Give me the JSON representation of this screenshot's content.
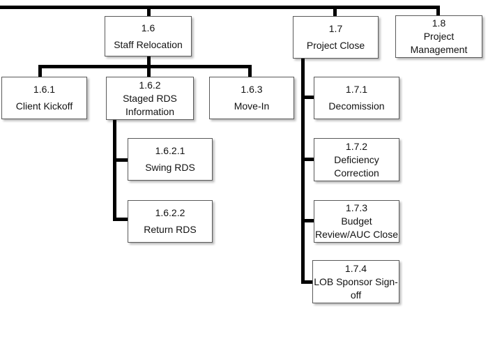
{
  "diagram": {
    "type": "work-breakdown-structure-org-chart",
    "colors": {
      "connector": "#000000",
      "box_background": "#ffffff",
      "box_border": "#595959",
      "text": "#111111",
      "page_background": "#ffffff"
    },
    "hierarchy": {
      "1.6": [
        "1.6.1",
        "1.6.2",
        "1.6.3"
      ],
      "1.6.2": [
        "1.6.2.1",
        "1.6.2.2"
      ],
      "1.7": [
        "1.7.1",
        "1.7.2",
        "1.7.3",
        "1.7.4"
      ],
      "1.8": []
    },
    "nodes": {
      "n16": {
        "code": "1.6",
        "name": "Staff Relocation",
        "lines": [
          "Staff Relocation"
        ]
      },
      "n17": {
        "code": "1.7",
        "name": "Project Close",
        "lines": [
          "Project Close"
        ]
      },
      "n18": {
        "code": "1.8",
        "name": "Project Management",
        "lines": [
          "Project",
          "Management"
        ]
      },
      "n161": {
        "code": "1.6.1",
        "name": "Client Kickoff",
        "lines": [
          "Client Kickoff"
        ]
      },
      "n162": {
        "code": "1.6.2",
        "name": "Staged RDS Information",
        "lines": [
          "Staged RDS",
          "Information"
        ]
      },
      "n163": {
        "code": "1.6.3",
        "name": "Move-In",
        "lines": [
          "Move-In"
        ]
      },
      "n171": {
        "code": "1.7.1",
        "name": "Decomission",
        "lines": [
          "Decomission"
        ]
      },
      "n1621": {
        "code": "1.6.2.1",
        "name": "Swing RDS",
        "lines": [
          "Swing RDS"
        ]
      },
      "n1622": {
        "code": "1.6.2.2",
        "name": "Return RDS",
        "lines": [
          "Return RDS"
        ]
      },
      "n172": {
        "code": "1.7.2",
        "name": "Deficiency Correction",
        "lines": [
          "Deficiency",
          "Correction"
        ]
      },
      "n173": {
        "code": "1.7.3",
        "name": "Budget Review/AUC Close",
        "lines": [
          "Budget",
          "Review/AUC Close"
        ]
      },
      "n174": {
        "code": "1.7.4",
        "name": "LOB Sponsor Sign-off",
        "lines": [
          "LOB Sponsor Sign-",
          "off"
        ]
      }
    }
  }
}
